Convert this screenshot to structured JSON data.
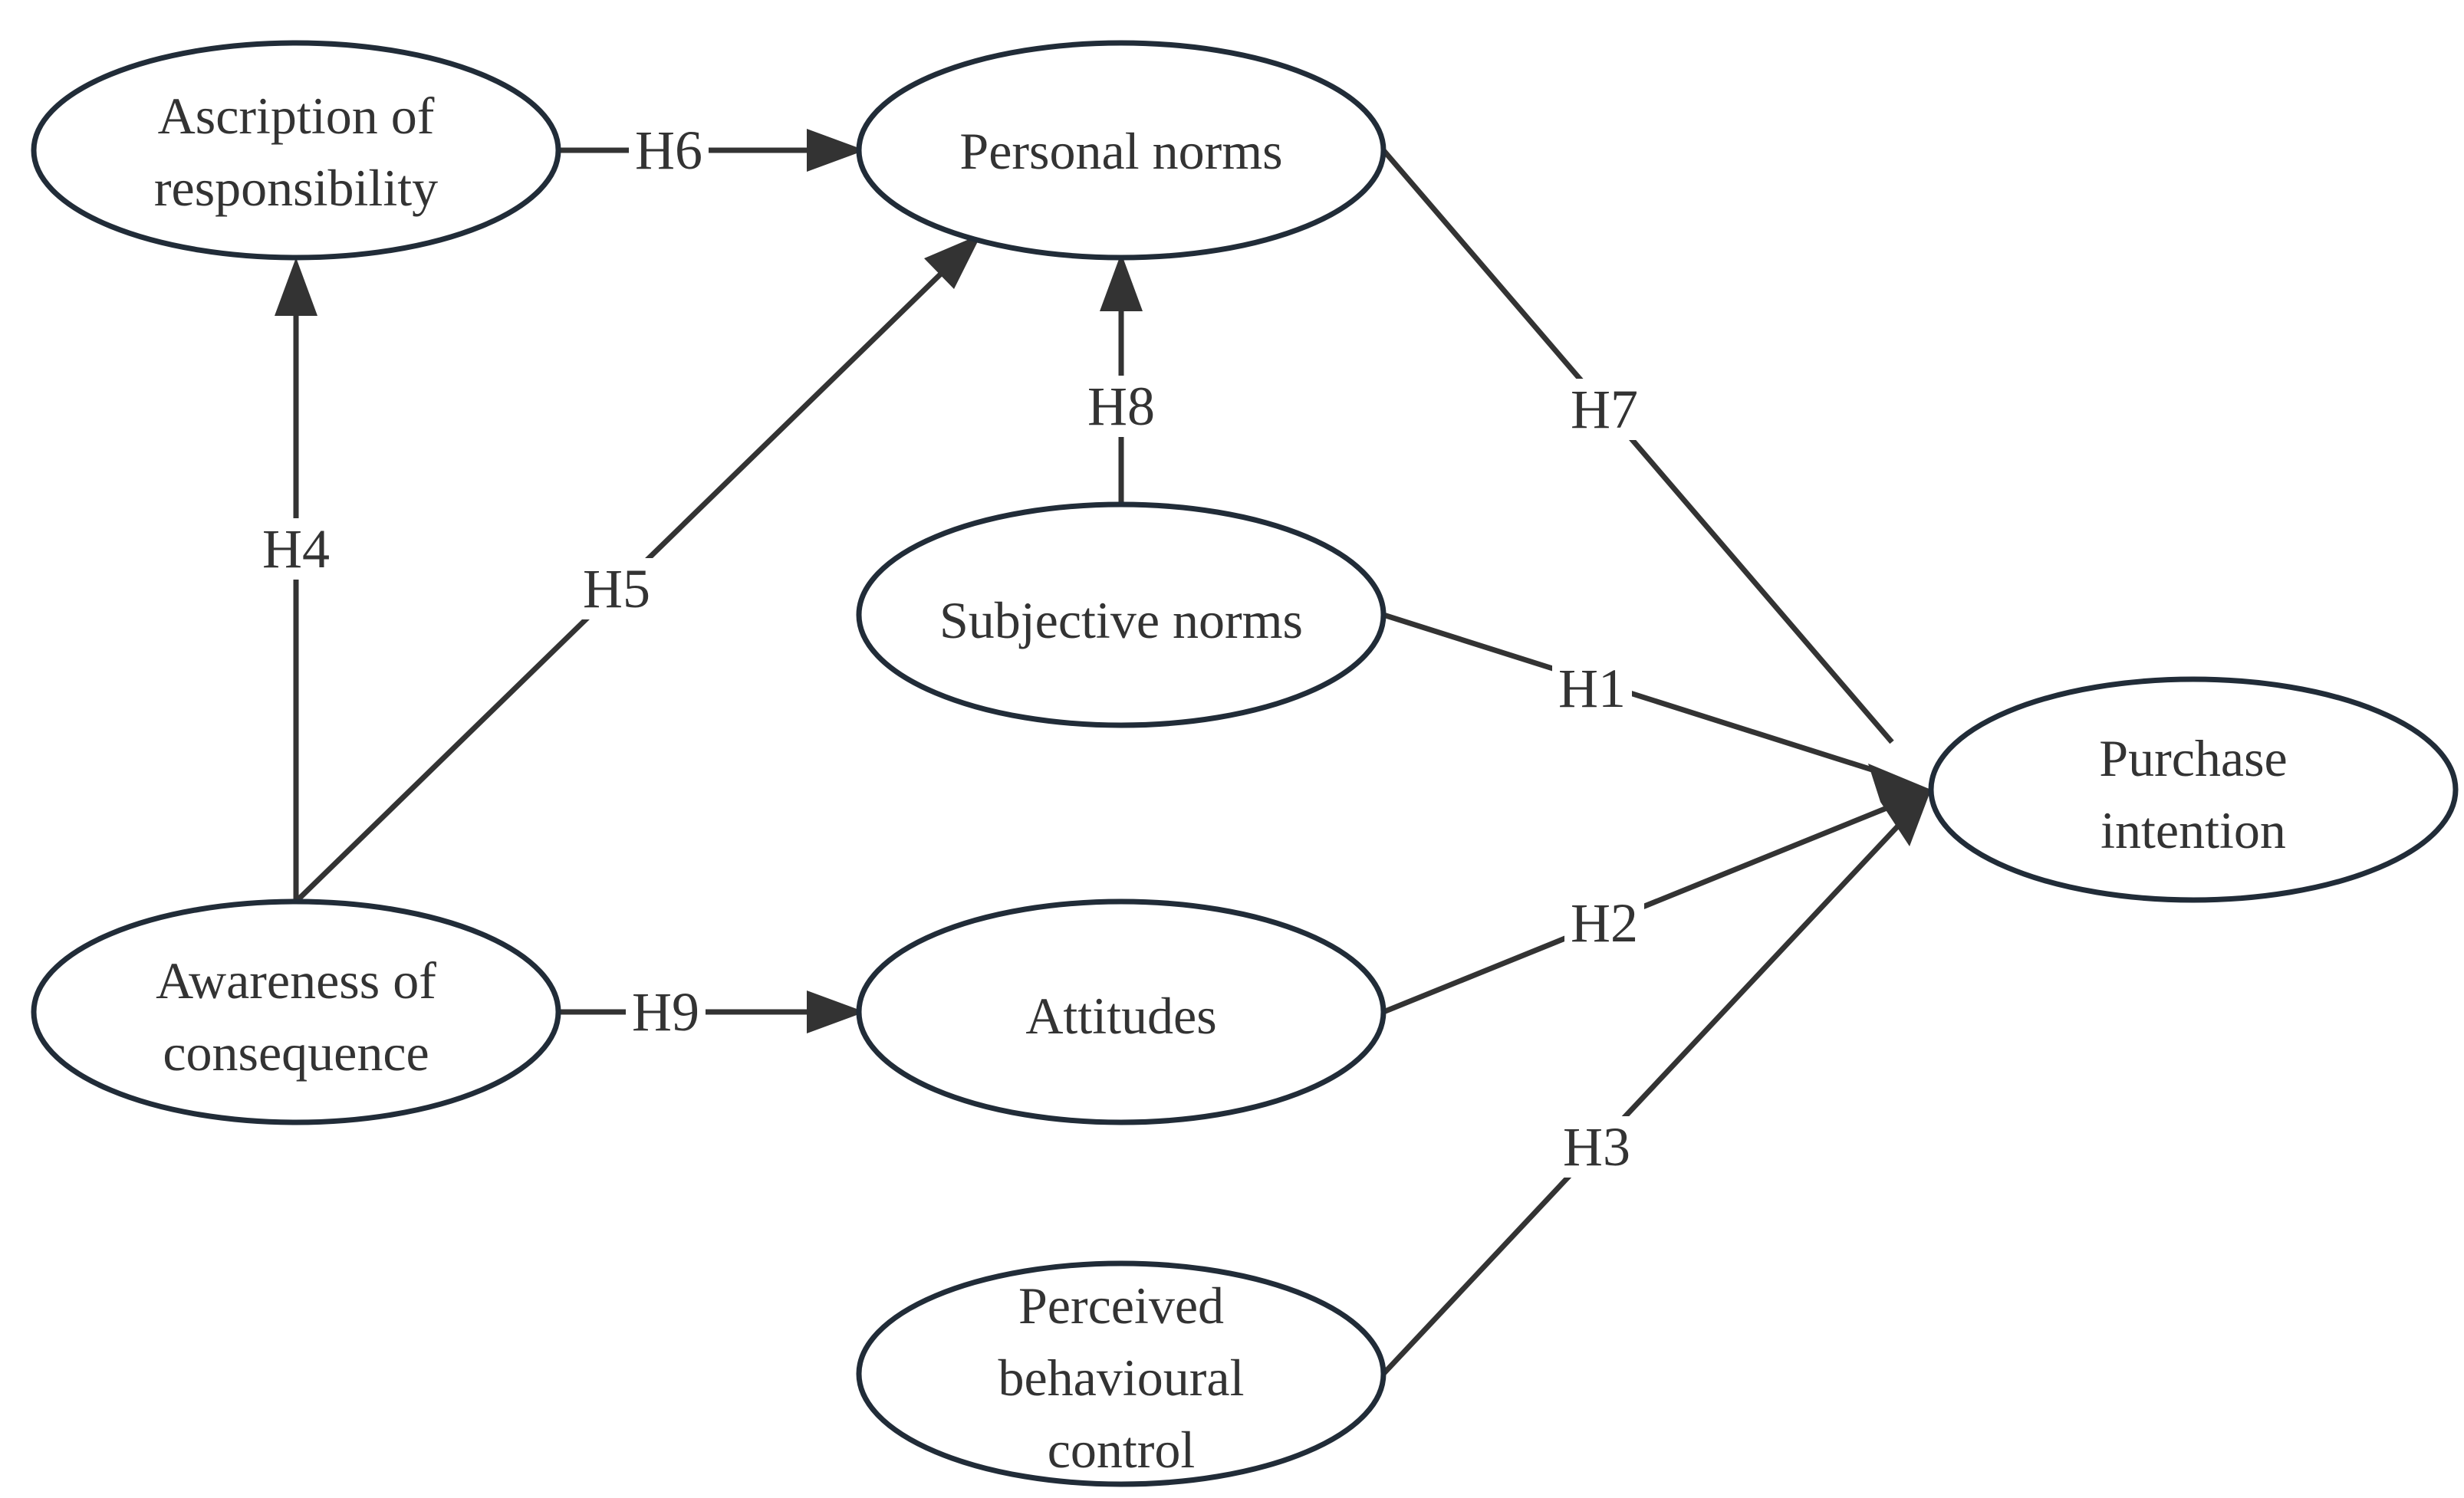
{
  "nodes": {
    "ascription": {
      "lines": [
        "Ascription of",
        "responsibility"
      ]
    },
    "personal_norms": {
      "lines": [
        "Personal norms"
      ]
    },
    "subjective_norms": {
      "lines": [
        "Subjective norms"
      ]
    },
    "awareness": {
      "lines": [
        "Awareness of",
        "consequence"
      ]
    },
    "attitudes": {
      "lines": [
        "Attitudes"
      ]
    },
    "pbc": {
      "lines": [
        "Perceived",
        "behavioural",
        "control"
      ]
    },
    "purchase": {
      "lines": [
        "Purchase",
        "intention"
      ]
    }
  },
  "edges": [
    {
      "id": "H1",
      "label": "H1",
      "from": "subjective_norms",
      "to": "purchase"
    },
    {
      "id": "H2",
      "label": "H2",
      "from": "attitudes",
      "to": "purchase"
    },
    {
      "id": "H3",
      "label": "H3",
      "from": "pbc",
      "to": "purchase"
    },
    {
      "id": "H4",
      "label": "H4",
      "from": "awareness",
      "to": "ascription"
    },
    {
      "id": "H5",
      "label": "H5",
      "from": "awareness",
      "to": "personal_norms"
    },
    {
      "id": "H6",
      "label": "H6",
      "from": "ascription",
      "to": "personal_norms"
    },
    {
      "id": "H7",
      "label": "H7",
      "from": "personal_norms",
      "to": "purchase"
    },
    {
      "id": "H8",
      "label": "H8",
      "from": "subjective_norms",
      "to": "personal_norms"
    },
    {
      "id": "H9",
      "label": "H9",
      "from": "awareness",
      "to": "attitudes"
    }
  ],
  "colors": {
    "node_stroke": "#212c38",
    "edge": "#333333",
    "text": "#333333",
    "background": "#ffffff"
  }
}
